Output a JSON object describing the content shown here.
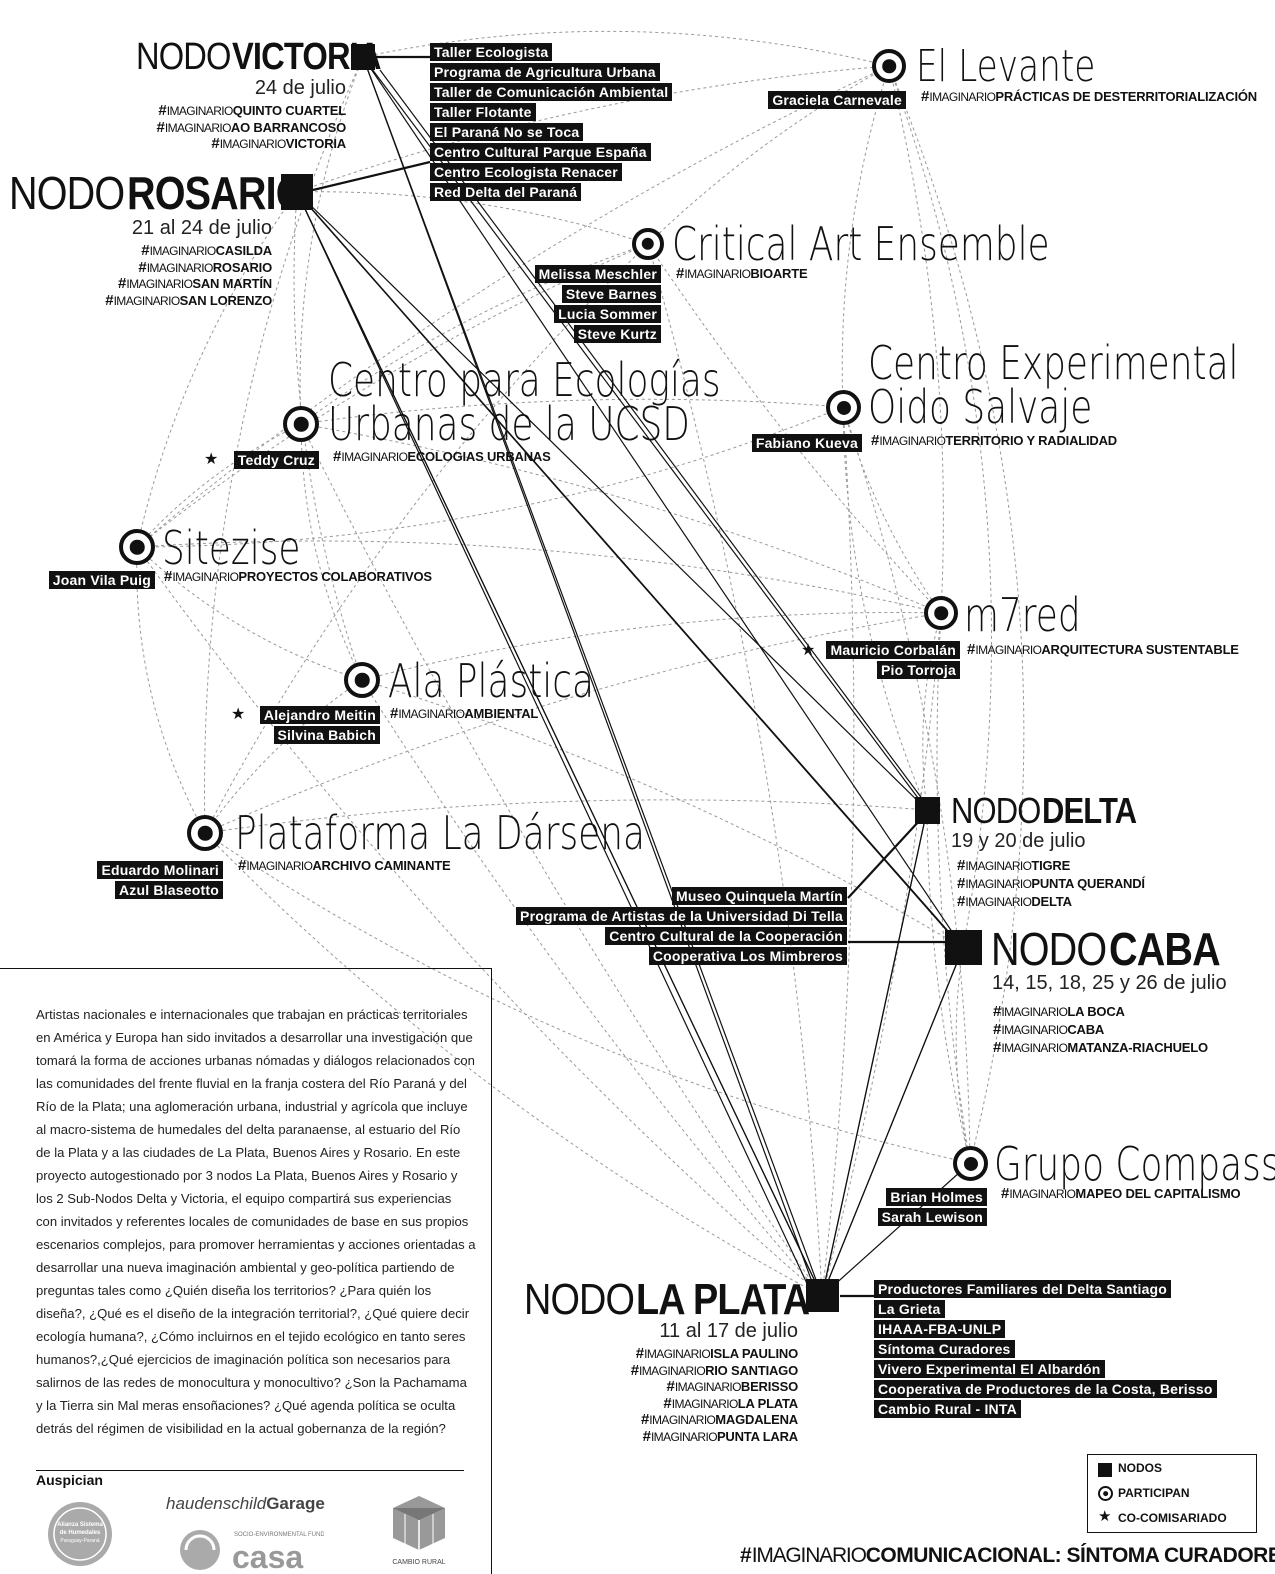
{
  "nodes": {
    "victoria": {
      "prefix": "NODO",
      "name": "VICTORIA",
      "date": "24 de julio",
      "tags": [
        {
          "im": "IMAGINARIO",
          "t": "QUINTO CUARTEL"
        },
        {
          "im": "IMAGINARIO",
          "t": "AO BARRANCOSO"
        },
        {
          "im": "IMAGINARIO",
          "t": "VICTORIA"
        }
      ],
      "participants": [
        "Taller Ecologista",
        "Programa de Agricultura Urbana",
        "Taller de Comunicación Ambiental",
        "Taller Flotante",
        "El Paraná No se Toca",
        "Centro Cultural Parque España",
        "Centro Ecologista Renacer",
        "Red Delta del Paraná"
      ]
    },
    "rosario": {
      "prefix": "NODO",
      "name": "ROSARIO",
      "date": "21 al 24 de julio",
      "tags": [
        {
          "im": "IMAGINARIO",
          "t": "CASILDA"
        },
        {
          "im": "IMAGINARIO",
          "t": "ROSARIO"
        },
        {
          "im": "IMAGINARIO",
          "t": "SAN MARTÍN"
        },
        {
          "im": "IMAGINARIO",
          "t": "SAN LORENZO"
        }
      ]
    },
    "delta": {
      "prefix": "NODO",
      "name": "DELTA",
      "date": "19 y 20 de julio",
      "tags": [
        {
          "im": "IMAGINARIO",
          "t": "TIGRE"
        },
        {
          "im": "IMAGINARIO",
          "t": "PUNTA QUERANDÍ"
        },
        {
          "im": "IMAGINARIO",
          "t": "DELTA"
        }
      ]
    },
    "caba": {
      "prefix": "NODO",
      "name": "CABA",
      "date": "14, 15, 18, 25 y 26 de julio",
      "tags": [
        {
          "im": "IMAGINARIO",
          "t": "LA BOCA"
        },
        {
          "im": "IMAGINARIO",
          "t": "CABA"
        },
        {
          "im": "IMAGINARIO",
          "t": "MATANZA-RIACHUELO"
        }
      ],
      "participants": [
        "Museo Quinquela Martín",
        "Programa de Artistas de la Universidad Di Tella",
        "Centro Cultural de la Cooperación",
        "Cooperativa Los Mimbreros"
      ]
    },
    "laplata": {
      "prefix": "NODO",
      "name": "LA PLATA",
      "date": "11 al 17 de julio",
      "tags": [
        {
          "im": "IMAGINARIO",
          "t": "ISLA PAULINO"
        },
        {
          "im": "IMAGINARIO",
          "t": "RIO SANTIAGO"
        },
        {
          "im": "IMAGINARIO",
          "t": "BERISSO"
        },
        {
          "im": "IMAGINARIO",
          "t": "LA PLATA"
        },
        {
          "im": "IMAGINARIO",
          "t": "MAGDALENA"
        },
        {
          "im": "IMAGINARIO",
          "t": "PUNTA LARA"
        }
      ],
      "participants": [
        "Productores Familiares del Delta Santiago",
        "La Grieta",
        "IHAAA-FBA-UNLP",
        "Síntoma Curadores",
        "Vivero Experimental El Albardón",
        "Cooperativa de Productores de la Costa, Berisso",
        "Cambio Rural - INTA"
      ]
    }
  },
  "participants": {
    "levante": {
      "name": "El Levante",
      "people": [
        "Graciela Carnevale"
      ],
      "im": "IMAGINARIO",
      "t": "PRÁCTICAS DE DESTERRITORIALIZACIÓN"
    },
    "cae": {
      "name": "Critical Art Ensemble",
      "people": [
        "Melissa Meschler",
        "Steve Barnes",
        "Lucia Sommer",
        "Steve Kurtz"
      ],
      "im": "IMAGINARIO",
      "t": "BIOARTE"
    },
    "ucsd": {
      "name1": "Centro para Ecologías",
      "name2": "Urbanas de la UCSD",
      "people": [
        "Teddy Cruz"
      ],
      "im": "IMAGINARIO",
      "t": "ECOLOGIAS URBANAS"
    },
    "oido": {
      "name1": "Centro Experimental",
      "name2": "Oido Salvaje",
      "people": [
        "Fabiano Kueva"
      ],
      "im": "IMAGINARIO",
      "t": "TERRITORIO Y RADIALIDAD"
    },
    "sitezise": {
      "name": "Sitezise",
      "people": [
        "Joan Vila Puig"
      ],
      "im": "IMAGINARIO",
      "t": "PROYECTOS COLABORATIVOS"
    },
    "m7red": {
      "name": "m7red",
      "people": [
        "Mauricio Corbalán",
        "Pio Torroja"
      ],
      "im": "IMAGINARIO",
      "t": "ARQUITECTURA SUSTENTABLE"
    },
    "ala": {
      "name": "Ala Plástica",
      "people": [
        "Alejandro Meitin",
        "Silvina Babich"
      ],
      "im": "IMAGINARIO",
      "t": "AMBIENTAL"
    },
    "darsena": {
      "name": "Plataforma La Dársena",
      "people": [
        "Eduardo Molinari",
        "Azul Blaseotto"
      ],
      "im": "IMAGINARIO",
      "t": "ARCHIVO CAMINANTE"
    },
    "compass": {
      "name": "Grupo Compass",
      "people": [
        "Brian Holmes",
        "Sarah Lewison"
      ],
      "im": "IMAGINARIO",
      "t": "MAPEO DEL CAPITALISMO"
    }
  },
  "hash": "#",
  "body_text": "Artistas nacionales e internacionales que trabajan en prácticas territoriales en América y Europa han sido invitados a desarrollar una investigación que tomará la forma de acciones urbanas nómadas y diálogos relacionados con las comunidades del frente fluvial en la franja costera del Río Paraná y del Río de la Plata; una aglomeración urbana, industrial y agrícola que incluye al macro-sistema de humedales del delta paranaense, al estuario del Río de la Plata y a las ciudades de La Plata, Buenos Aires y Rosario. En este proyecto autogestionado por 3 nodos La Plata, Buenos Aires y Rosario y los 2 Sub-Nodos Delta y Victoria, el equipo compartirá sus experiencias con invitados y referentes locales de comunidades de base en sus propios escenarios complejos, para promover herramientas y acciones orientadas a desarrollar una nueva imaginación ambiental y geo-política partiendo de preguntas tales como ¿Quién diseña los territorios? ¿Para quién los diseña?, ¿Qué es el diseño de la integración territorial?, ¿Qué quiere decir ecología humana?, ¿Cómo incluirnos en el tejido ecológico en tanto seres humanos?,¿Qué ejercicios de imaginación política son necesarios para salirnos de las redes de monocultura y monocultivo? ¿Son la Pachamama y la Tierra sin Mal meras ensoñaciones? ¿Qué agenda política se oculta detrás del régimen de visibilidad en la actual gobernanza de la región?",
  "sponsors": {
    "label": "Auspician",
    "logos": [
      "haudenschildGarage",
      "casa",
      "CAMBIO RURAL"
    ],
    "logo_texts": {
      "haud_a": "haudenschild",
      "haud_b": "Garage",
      "casa_small": "SOCIO-ENVIRONMENTAL FUND",
      "casa": "casa",
      "cambio": "CAMBIO RURAL",
      "alianza": "Alianza Sistema de Humedales Paraguay-Paraná"
    }
  },
  "legend": {
    "nodos": "NODOS",
    "participan": "PARTICIPAN",
    "cocomisariado": "CO-COMISARIADO"
  },
  "footer": {
    "hash": "#",
    "im": "IMAGINARIO",
    "t": "COMUNICACIONAL: SÍNTOMA CURADORES"
  }
}
